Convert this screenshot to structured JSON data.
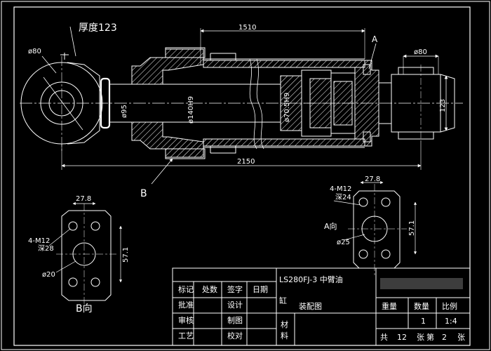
{
  "colors": {
    "background": "#000000",
    "line": "#ffffff",
    "hatch": "#ffffff",
    "centerline": "#ffffff"
  },
  "main_view": {
    "thickness_label": "厚度123",
    "dim_top_length": "1510",
    "dim_overall_length": "2150",
    "dia_left_eye": "ø80",
    "dia_right_eye": "ø80",
    "dia_rod": "ø95",
    "dia_bore": "ø140H9",
    "dia_piston": "ø70.5H9",
    "dim_right_height": "123",
    "label_a": "A",
    "label_b": "B"
  },
  "view_b": {
    "title": "B向",
    "dim_width": "27.8",
    "dim_height": "57.1",
    "thread": "4-M12",
    "thread_depth": "深28",
    "hole_dia": "ø20"
  },
  "view_a": {
    "title": "A向",
    "dim_width": "27.8",
    "dim_height": "57.1",
    "thread": "4-M12",
    "thread_depth": "深24",
    "hole_dia": "ø25"
  },
  "title_block": {
    "drawing_no": "LS280FJ-3 中臂油",
    "part_name_line1": "缸",
    "part_name": "装配图",
    "company": "",
    "mark": "标记",
    "count": "处数",
    "sign": "签字",
    "date": "日期",
    "approve": "批准",
    "design": "设计",
    "check": "审核",
    "draft": "制图",
    "process": "工艺",
    "review": "校对",
    "material_label": "材",
    "material_label2": "料",
    "weight_h": "重量",
    "qty_h": "数量",
    "scale_h": "比例",
    "qty_val": "1",
    "scale_val": "1:4",
    "total": "共",
    "total_n": "12",
    "sheet": "张",
    "page_prefix": "第",
    "page_n": "2",
    "page_suffix": "张"
  }
}
